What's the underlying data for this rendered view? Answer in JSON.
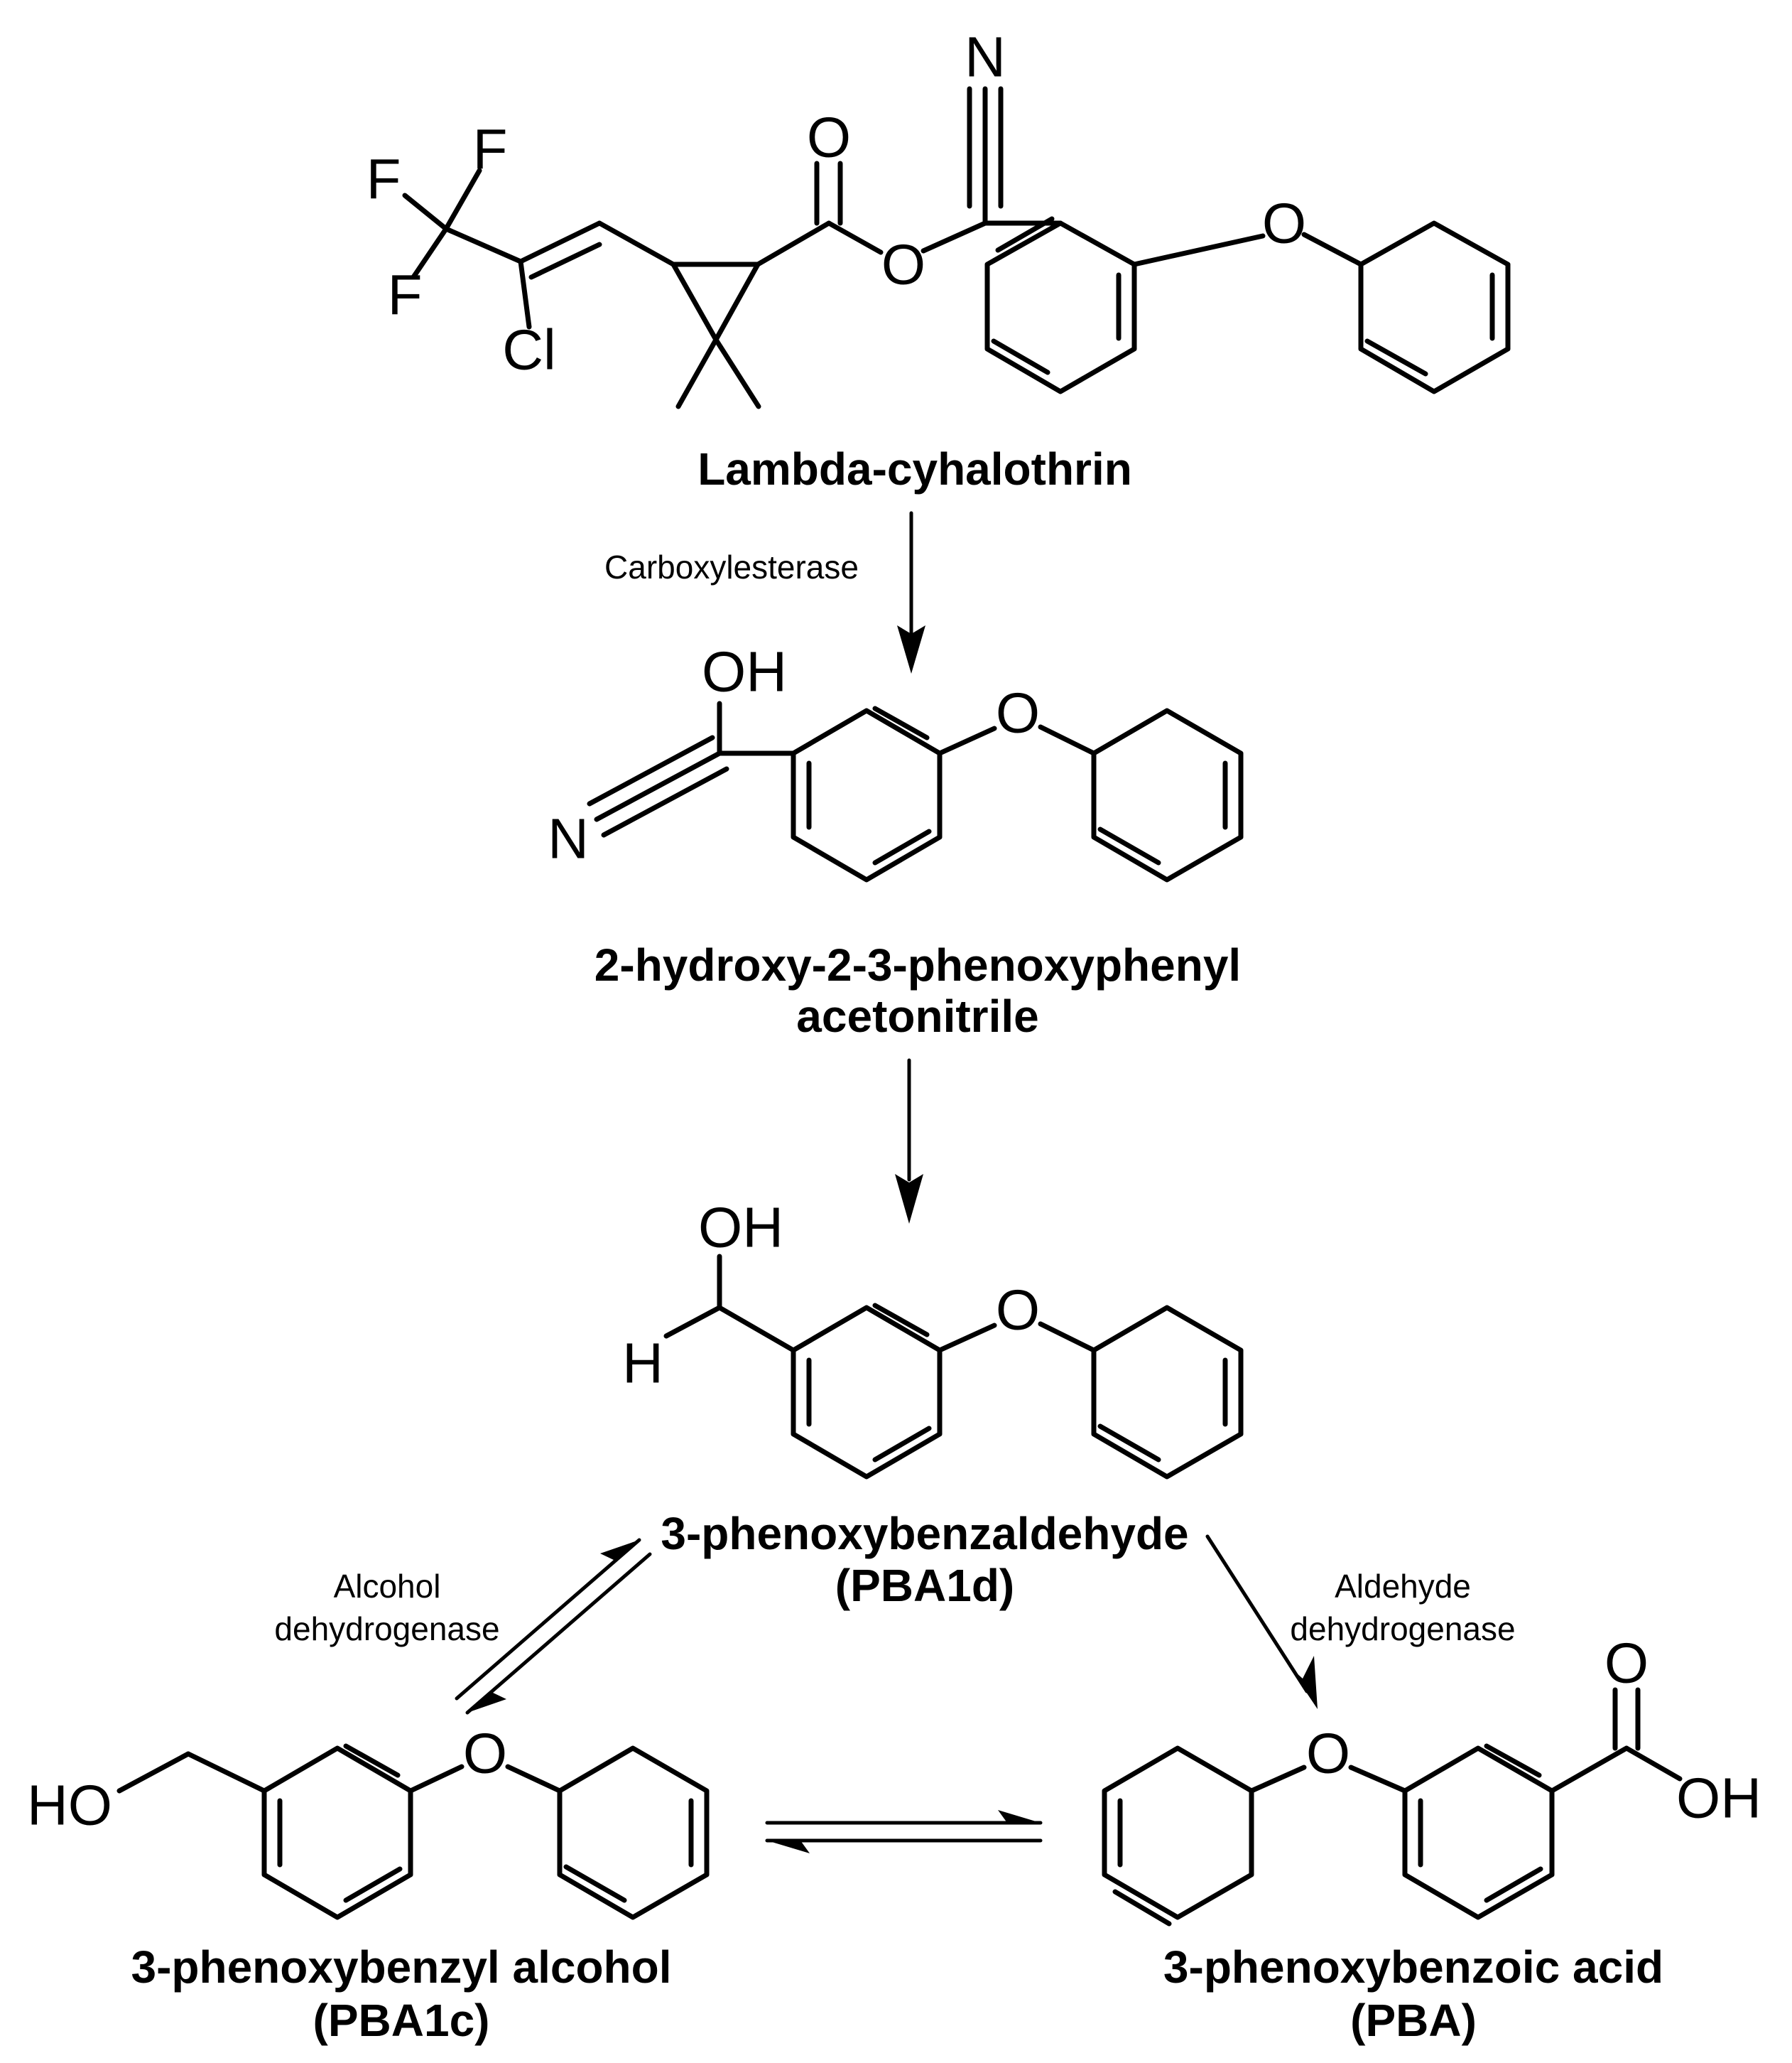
{
  "atoms": {
    "F": "F",
    "Cl": "Cl",
    "O": "O",
    "N": "N",
    "OH": "OH",
    "H": "H",
    "HO": "HO"
  },
  "compounds": {
    "lambda_cyhalothrin": {
      "name": "Lambda-cyhalothrin"
    },
    "intermediate": {
      "name_line1": "2-hydroxy-2-3-phenoxyphenyl",
      "name_line2": "acetonitrile"
    },
    "aldehyde": {
      "name_line1": "3-phenoxybenzaldehyde",
      "name_line2": "(PBA1d)"
    },
    "alcohol": {
      "name_line1": "3-phenoxybenzyl alcohol",
      "name_line2": "(PBA1c)"
    },
    "acid": {
      "name_line1": "3-phenoxybenzoic acid",
      "name_line2": "(PBA)"
    }
  },
  "enzymes": {
    "carboxylesterase": "Carboxylesterase",
    "alcohol_dh_line1": "Alcohol",
    "alcohol_dh_line2": "dehydrogenase",
    "aldehyde_dh_line1": "Aldehyde",
    "aldehyde_dh_line2": "dehydrogenase"
  }
}
